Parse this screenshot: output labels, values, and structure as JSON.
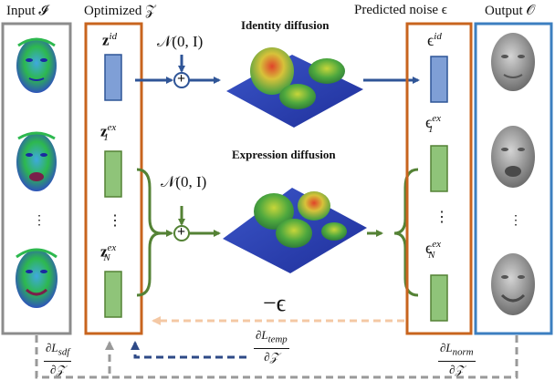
{
  "headers": {
    "input": "Input 𝓘",
    "optimized": "Optimized 𝒵",
    "predicted_noise": "Predicted noise ϵ",
    "output": "Output 𝒪"
  },
  "latents": {
    "z_id": "z",
    "z_id_sup": "id",
    "z_ex1": "z",
    "z_ex1_sup": "ex",
    "z_ex1_sub": "1",
    "z_exN": "z",
    "z_exN_sup": "ex",
    "z_exN_sub": "N",
    "dots": "⋮"
  },
  "noise": {
    "eps_id": "ϵ",
    "eps_id_sup": "id",
    "eps_ex1": "ϵ",
    "eps_ex1_sup": "ex",
    "eps_ex1_sub": "1",
    "eps_exN": "ϵ",
    "eps_exN_sup": "ex",
    "eps_exN_sub": "N",
    "dots": "⋮",
    "neg_eps": "−ϵ"
  },
  "diffusion": {
    "identity_title": "Identity diffusion",
    "expression_title": "Expression diffusion",
    "gaussian_top": "𝒩(0, I)",
    "gaussian_bottom": "𝒩(0, I)",
    "plus": "+"
  },
  "losses": {
    "sdf_num": "∂L",
    "sdf_num_sub": "sdf",
    "sdf_den": "∂𝒵",
    "temp_num": "∂L",
    "temp_num_sub": "temp",
    "temp_den": "∂𝒵",
    "norm_num": "∂L",
    "norm_num_sub": "norm",
    "norm_den": "∂𝒵"
  },
  "input_dots": "⋮",
  "output_dots": "⋮",
  "colors": {
    "gray_box": "#8c8c8c",
    "orange_box": "#c8641e",
    "blue_box": "#3c7fc0",
    "blue_arrow": "#2f5597",
    "green_arrow": "#548235",
    "latent_blue_fill": "#7f9fd6",
    "latent_green_fill": "#8fc479",
    "faded_orange": "#f4c8a4",
    "dashed_navy": "#2e4a87",
    "dashed_gray": "#999999"
  }
}
